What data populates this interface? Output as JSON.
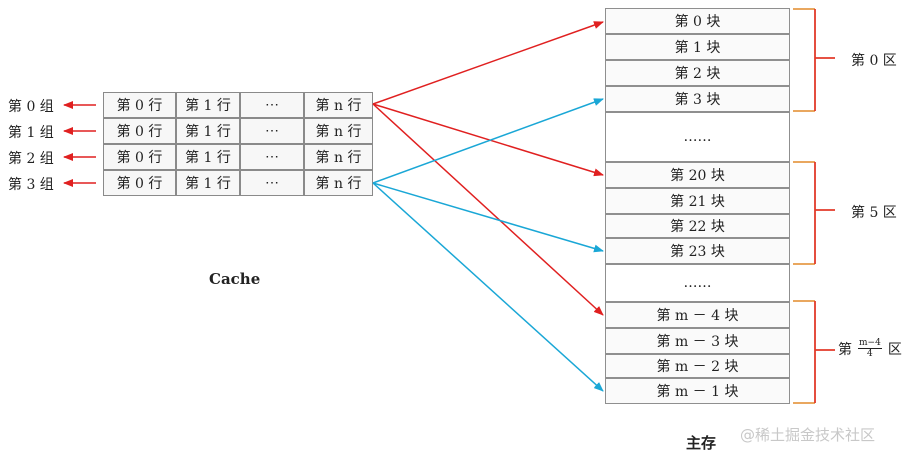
{
  "cache": {
    "caption": "Cache",
    "columns": [
      "第 0 行",
      "第 1 行",
      "⋯",
      "第 n 行"
    ],
    "groups": [
      "第 0 组",
      "第 1 组",
      "第 2 组",
      "第 3 组"
    ]
  },
  "memory": {
    "caption": "主存",
    "blocks": [
      "第 0 块",
      "第 1 块",
      "第 2 块",
      "第 3 块",
      "……",
      "第 20 块",
      "第 21 块",
      "第 22 块",
      "第 23 块",
      "……",
      "第 m － 4 块",
      "第 m － 3 块",
      "第 m － 2 块",
      "第 m － 1 块"
    ],
    "regions": {
      "first": "第 0 区",
      "second": "第 5 区",
      "third_prefix": "第",
      "third_num": "m−4",
      "third_den": "4",
      "third_suffix": "区"
    }
  },
  "watermark": "@稀土掘金技术社区",
  "colors": {
    "red": "#e02020",
    "blue": "#1aa7d6",
    "bracket": "#e23a2a",
    "orange": "#e28a2a"
  }
}
